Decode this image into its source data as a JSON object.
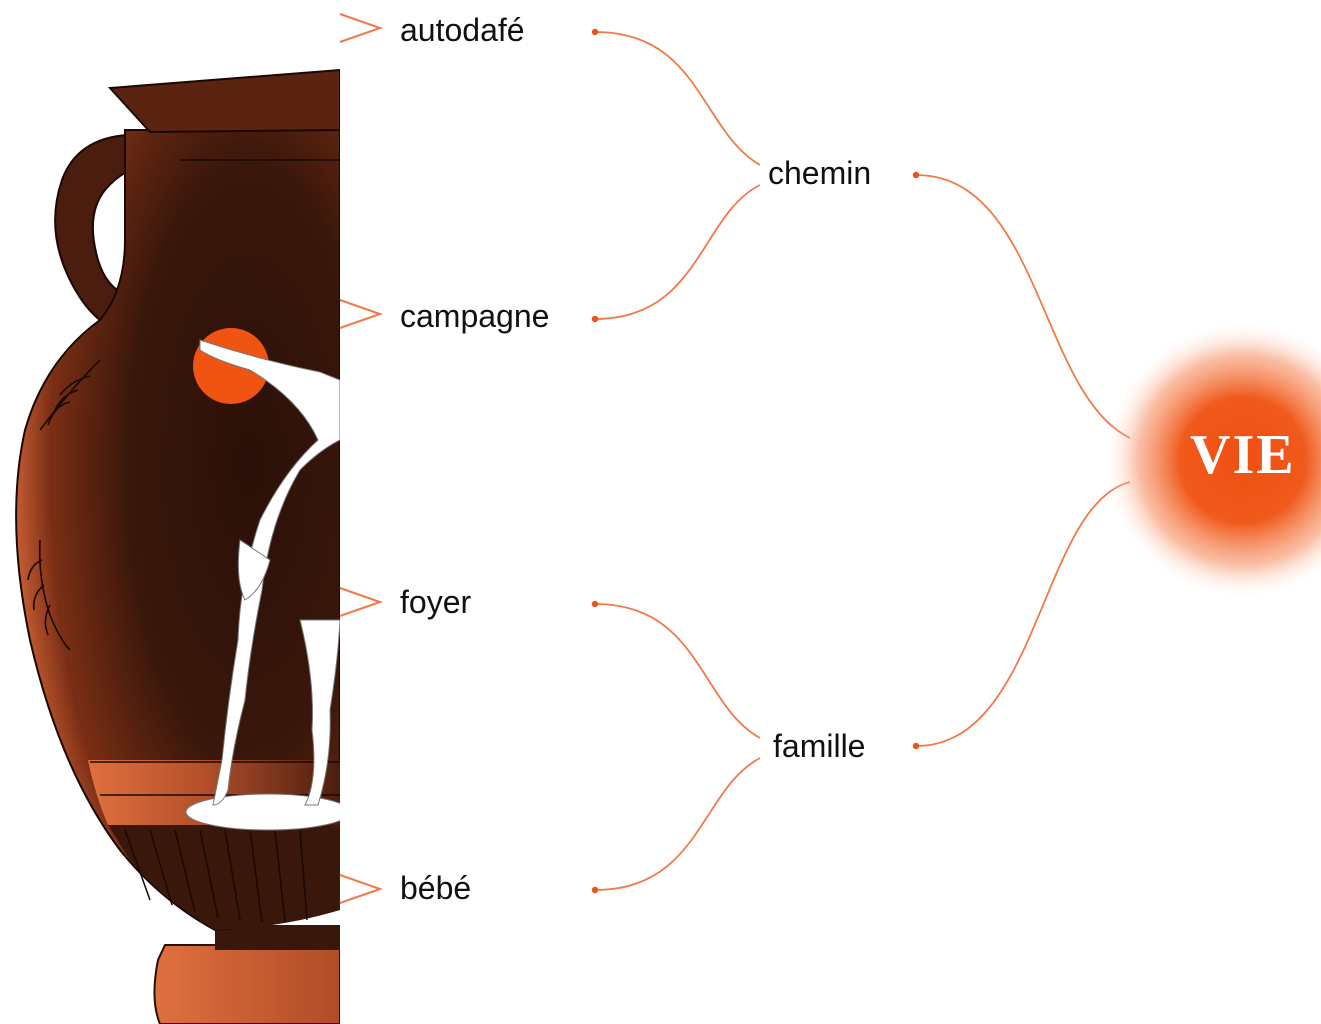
{
  "diagram": {
    "words_level1": [
      "autodafé",
      "campagne",
      "foyer",
      "bébé"
    ],
    "words_level2": [
      "chemin",
      "famille"
    ],
    "root": "VIE"
  },
  "colors": {
    "accent": "#e8541a",
    "line": "#f07a48",
    "vase_dark": "#2f130a",
    "vase_terracotta": "#d8663a",
    "text": "#111111"
  },
  "icons": [
    "amphora-illustration",
    "discobolus-statue",
    "chevron-right-icon",
    "glow-sun"
  ]
}
